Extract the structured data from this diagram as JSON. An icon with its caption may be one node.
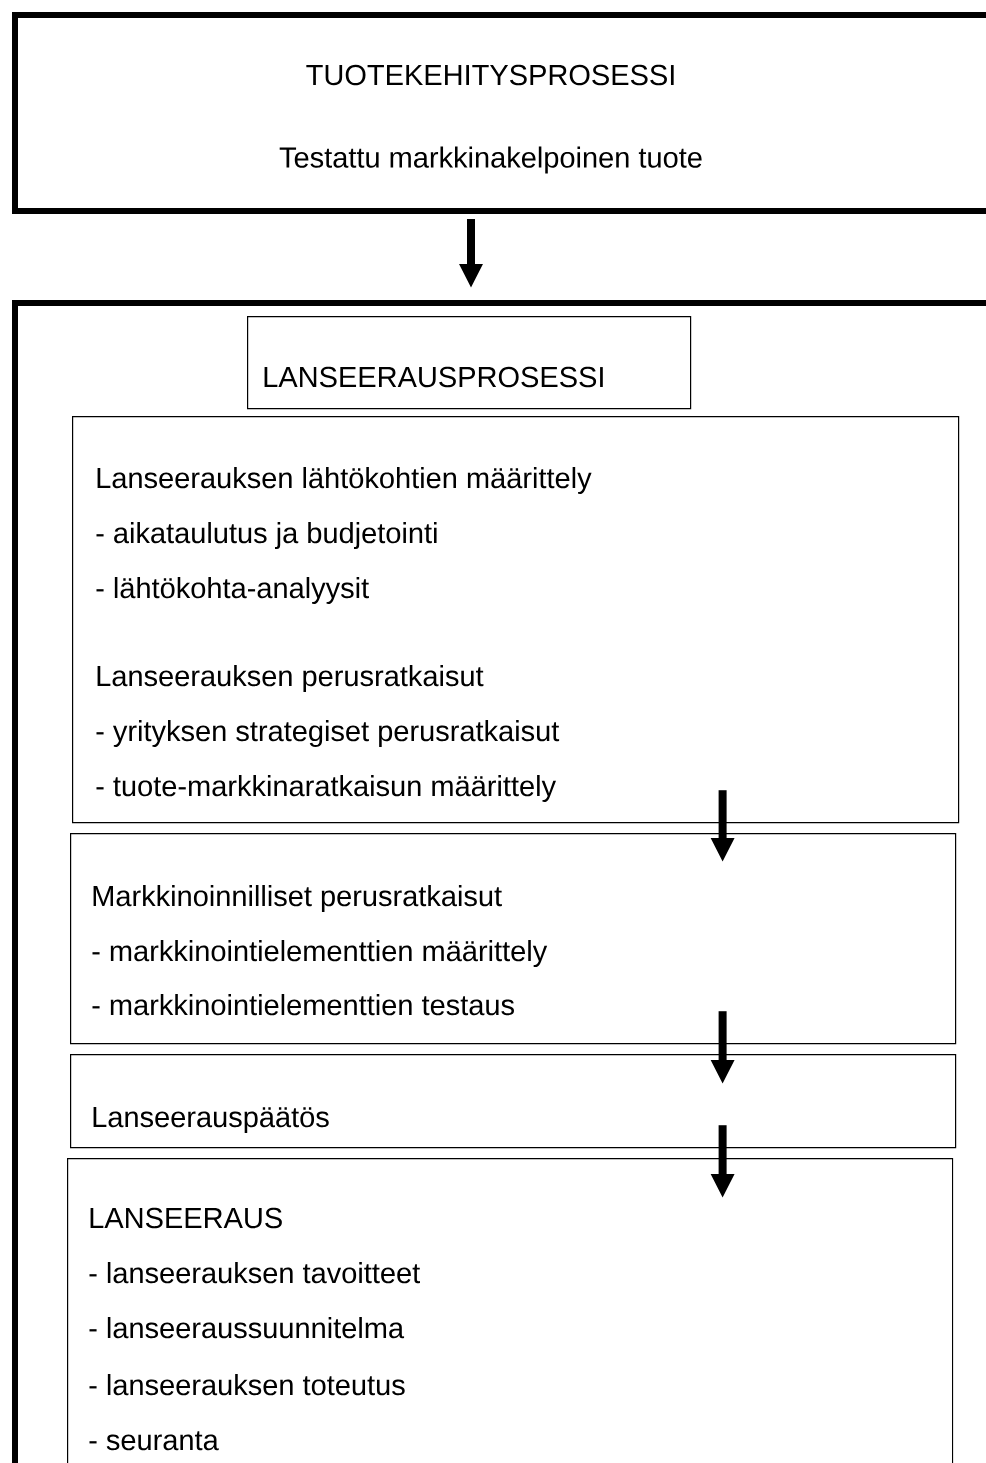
{
  "diagram": {
    "nodes": [
      {
        "text": [
          "TUOTEKEHITYSPROSESSI",
          "Testattu markkinakelpoinen tuote"
        ]
      },
      {
        "text": [],
        "shape": "box"
      },
      {
        "text": [
          "LANSEERAUSPROSESSI"
        ],
        "in": 1
      },
      {
        "text": [
          "Lanseerauksen lähtökohtien määrittely",
          "- aikataulutus ja budjetointi",
          "- lähtökohta-analyysit",
          "Lanseerauksen perusratkaisut",
          "- yrityksen strategiset perusratkaisut",
          "- tuote-markkinaratkaisun määrittely"
        ],
        "in": 1
      },
      {
        "text": [
          "Markkinoinnilliset perusratkaisut",
          "- markkinointielementtien määrittely",
          "- markkinointielementtien testaus"
        ],
        "in": 1
      },
      {
        "text": [
          "Lanseerauspäätös"
        ],
        "in": 1
      },
      {
        "text": [
          "LANSEERAUS",
          "- lanseerauksen tavoitteet",
          "- lanseeraussuunnitelma",
          "- lanseerauksen toteutus",
          "- seuranta"
        ],
        "in": 1
      }
    ],
    "edges": [
      {
        "from": 0,
        "to": 1,
        "arrow": "to"
      },
      {
        "from": 3,
        "to": 4,
        "arrow": "to"
      },
      {
        "from": 4,
        "to": 5,
        "arrow": "to"
      },
      {
        "from": 5,
        "to": 6,
        "arrow": "to"
      }
    ]
  }
}
